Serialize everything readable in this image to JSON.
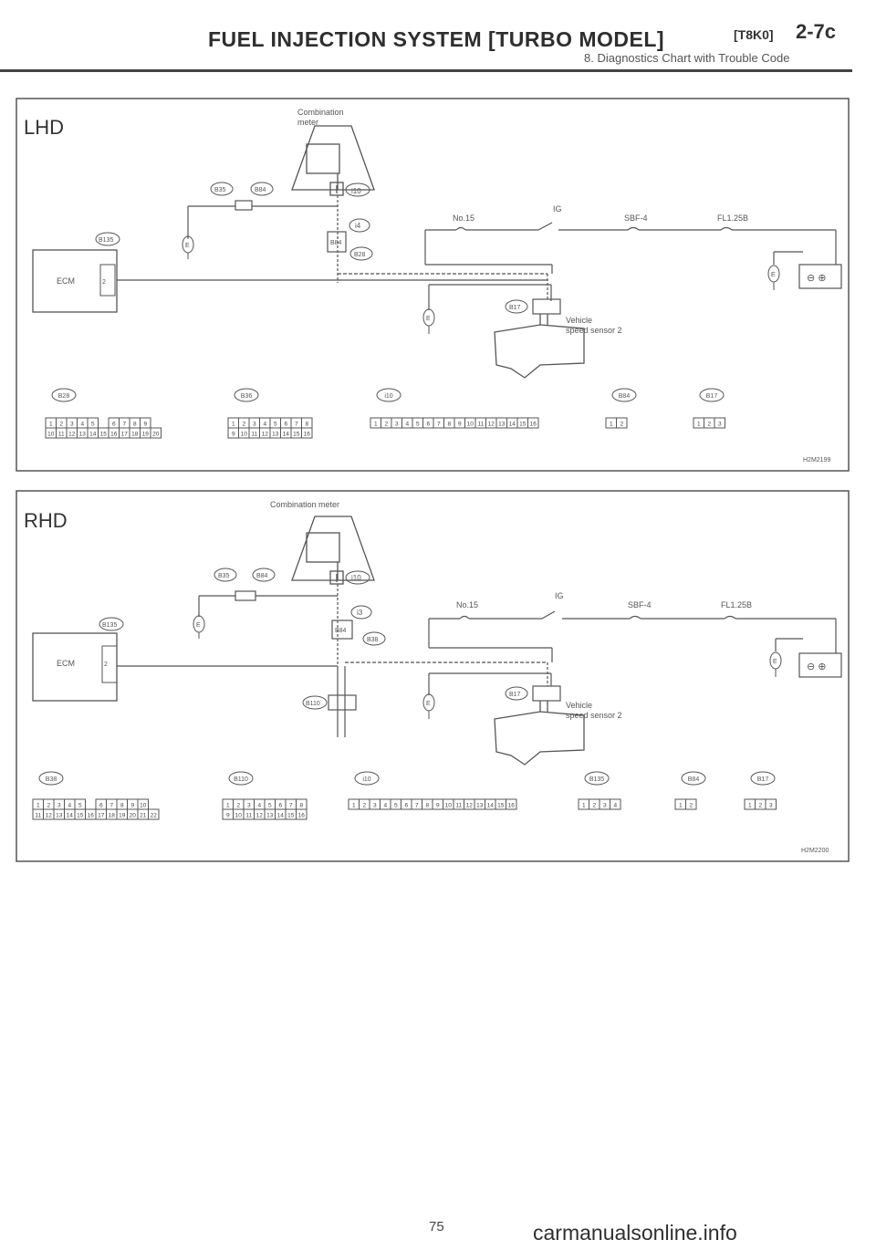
{
  "header": {
    "title": "FUEL INJECTION SYSTEM [TURBO MODEL]",
    "code": "[T8K0]",
    "page_ref": "2-7c",
    "subtitle": "8. Diagnostics Chart with Trouble Code"
  },
  "lhd": {
    "label": "LHD",
    "combination_meter": [
      "Combination",
      "meter"
    ],
    "ecm": "ECM",
    "fuse_no15": "No.15",
    "ig": "IG",
    "sbf": "SBF-4",
    "fl": "FL1.25B",
    "vss": [
      "Vehicle",
      "speed sensor 2"
    ],
    "figure_id": "H2M2199",
    "connectors": {
      "b135": "B135",
      "b84": "B84",
      "b35": "B35",
      "i10": "i10",
      "i4": "i4",
      "b28": "B28",
      "b17": "B17",
      "b36": "B36",
      "ground": "E"
    },
    "pinout_labels": [
      "B28",
      "B36",
      "i10",
      "B84",
      "B17"
    ],
    "pinouts": [
      {
        "rows": [
          [
            "1",
            "2",
            "3",
            "4",
            "5",
            "",
            "6",
            "7",
            "8",
            "9"
          ],
          [
            "10",
            "11",
            "12",
            "13",
            "14",
            "15",
            "16",
            "17",
            "18",
            "19",
            "20"
          ]
        ]
      },
      {
        "rows": [
          [
            "1",
            "2",
            "3",
            "4",
            "5",
            "6",
            "7",
            "8"
          ],
          [
            "9",
            "10",
            "11",
            "12",
            "13",
            "14",
            "15",
            "16"
          ]
        ]
      },
      {
        "rows": [
          [
            "1",
            "2",
            "3",
            "4",
            "5",
            "6",
            "7",
            "8",
            "9",
            "10",
            "11",
            "12",
            "13",
            "14",
            "15",
            "16"
          ]
        ]
      },
      {
        "rows": [
          [
            "1",
            "2"
          ]
        ]
      },
      {
        "rows": [
          [
            "1",
            "2",
            "3"
          ]
        ]
      }
    ]
  },
  "rhd": {
    "label": "RHD",
    "combination_meter": [
      "Combination meter"
    ],
    "ecm": "ECM",
    "fuse_no15": "No.15",
    "ig": "IG",
    "sbf": "SBF-4",
    "fl": "FL1.25B",
    "vss": [
      "Vehicle",
      "speed sensor 2"
    ],
    "figure_id": "H2M2200",
    "connectors": {
      "b135": "B135",
      "b84": "B84",
      "b35": "B35",
      "i10": "i10",
      "i3": "i3",
      "b38": "B38",
      "b17": "B17",
      "b110": "B110",
      "ground": "E"
    },
    "pinout_labels": [
      "B38",
      "B110",
      "i10",
      "B135",
      "B84",
      "B17"
    ],
    "pinouts": [
      {
        "rows": [
          [
            "1",
            "2",
            "3",
            "4",
            "5",
            "",
            "6",
            "7",
            "8",
            "9",
            "10"
          ],
          [
            "11",
            "12",
            "13",
            "14",
            "15",
            "16",
            "17",
            "18",
            "19",
            "20",
            "21",
            "22"
          ]
        ]
      },
      {
        "rows": [
          [
            "1",
            "2",
            "3",
            "4",
            "5",
            "6",
            "7",
            "8"
          ],
          [
            "9",
            "10",
            "11",
            "12",
            "13",
            "14",
            "15",
            "16"
          ]
        ]
      },
      {
        "rows": [
          [
            "1",
            "2",
            "3",
            "4",
            "5",
            "6",
            "7",
            "8",
            "9",
            "10",
            "11",
            "12",
            "13",
            "14",
            "15",
            "16"
          ]
        ]
      },
      {
        "rows": [
          [
            "1",
            "2",
            "3",
            "4"
          ]
        ]
      },
      {
        "rows": [
          [
            "1",
            "2"
          ]
        ]
      },
      {
        "rows": [
          [
            "1",
            "2",
            "3"
          ]
        ]
      }
    ]
  },
  "footer": {
    "page_number": "75",
    "watermark": "carmanualsonline.info"
  }
}
